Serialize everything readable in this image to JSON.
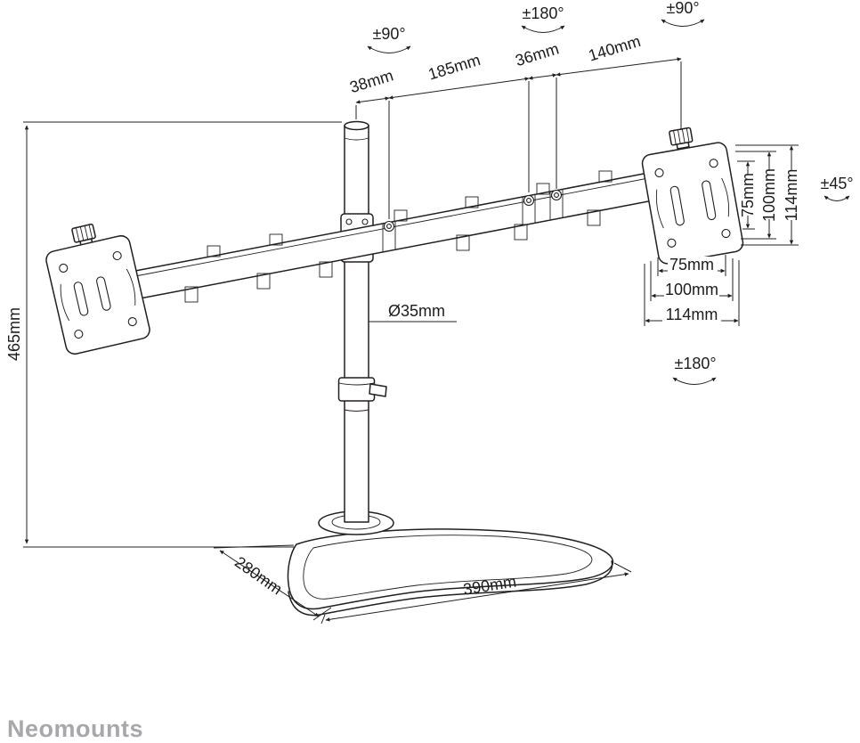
{
  "brand": {
    "name": "Neomounts"
  },
  "colors": {
    "line": "#231f20",
    "brand_gray": "#a6a8ab"
  },
  "dimensions": {
    "rotation_top_left": "±90°",
    "rotation_top_mid": "±180°",
    "rotation_top_right": "±90°",
    "arm_offset": "38mm",
    "arm_segment_long": "185mm",
    "arm_joint_gap": "36mm",
    "arm_segment_end": "140mm",
    "vesa_vertical_75": "75mm",
    "vesa_vertical_100": "100mm",
    "vesa_vertical_114": "114mm",
    "tilt_range": "±45°",
    "vesa_horizontal_75": "75mm",
    "vesa_horizontal_100": "100mm",
    "vesa_horizontal_114": "114mm",
    "rotation_vesa_plate": "±180°",
    "column_height": "465mm",
    "pole_diameter": "Ø35mm",
    "base_depth": "280mm",
    "base_width": "390mm"
  }
}
